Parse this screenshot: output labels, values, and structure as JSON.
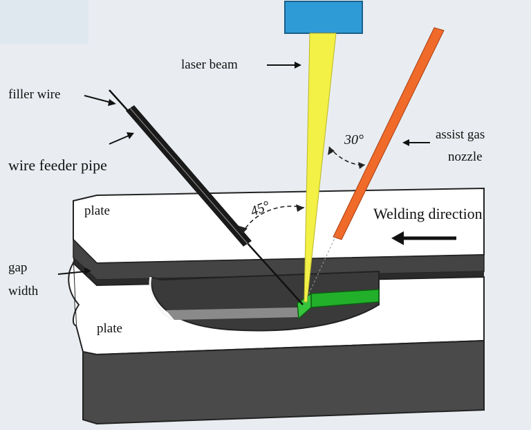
{
  "labels": {
    "filler_wire": "filler wire",
    "laser_beam": "laser beam",
    "wire_feeder_pipe": "wire feeder pipe",
    "assist_gas": "assist gas",
    "nozzle": "nozzle",
    "plate_top": "plate",
    "plate_bottom": "plate",
    "welding_direction": "Welding direction",
    "gap": "gap",
    "width": "width"
  },
  "angles": {
    "wire_angle": "45°",
    "nozzle_angle": "30°"
  },
  "colors": {
    "background": "#e9edf1",
    "plate_top": "#ffffff",
    "plate_side": "#4a4a4a",
    "laser_head": "#2f9bd6",
    "laser_beam": "#f3f046",
    "nozzle": "#f06a2a",
    "weld_bead": "#22b02a",
    "wire": "#111111"
  }
}
